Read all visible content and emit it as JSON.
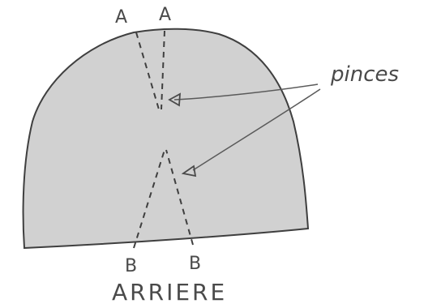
{
  "diagram": {
    "fill_color": "#d1d1d1",
    "stroke_color": "#3f3f3f",
    "top_points": {
      "left": "A",
      "right": "A"
    },
    "bottom_points": {
      "left": "B",
      "right": "B"
    },
    "annotation": "pinces",
    "caption": "ARRIERE"
  }
}
